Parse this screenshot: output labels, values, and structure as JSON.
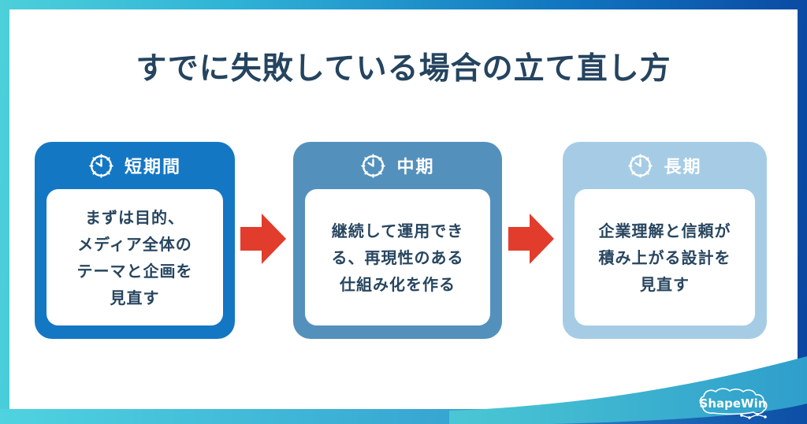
{
  "title": "すでに失敗している場合の立て直し方",
  "steps": [
    {
      "label": "短期間",
      "body": "まずは目的、\nメディア全体の\nテーマと企画を\n見直す",
      "color": "#1477c4"
    },
    {
      "label": "中期",
      "body": "継続して運用でき\nる、再現性のある\n仕組み化を作る",
      "color": "#5391bc"
    },
    {
      "label": "長期",
      "body": "企業理解と信頼が\n積み上がる設計を\n見直す",
      "color": "#a6cce5"
    }
  ],
  "colors": {
    "frame_teal": "#4dd0da",
    "frame_blue": "#0a46a1",
    "arrow": "#e23c2c",
    "title_text": "#25445f",
    "body_text": "#27455f",
    "header_text": "#ffffff",
    "swoosh_teal": "#47c2d1",
    "swoosh_blue": "#2f9ecb"
  },
  "logo": {
    "text": "ShapeWin"
  }
}
